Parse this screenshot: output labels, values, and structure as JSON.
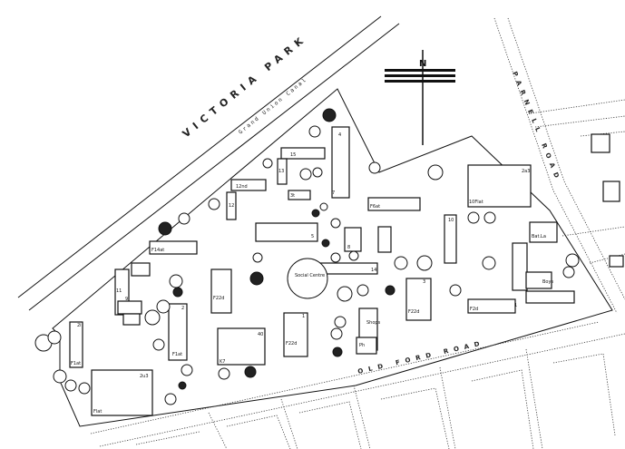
{
  "place_labels": {
    "park": "VICTORIA PARK",
    "canal": "Grand Union Canal",
    "road_right": "PARNELL ROAD",
    "road_bottom": "OLD FORD ROAD"
  },
  "north_arrow": {
    "label": "N"
  },
  "building_labels": {
    "b4": "4",
    "b13": "13",
    "b12": "12",
    "b12f": "12nd",
    "b15": "15",
    "b3t": "3t",
    "b7": "7",
    "b5": "5",
    "b6flat": "F6at",
    "b10": "10",
    "b2a3": "2a3",
    "b10flat": "10Flat",
    "b14flat": "F14at",
    "b14": "14",
    "b8": "8",
    "b11": "11",
    "b9": "9",
    "b2": "2",
    "b3": "3",
    "b1": "1",
    "b2i": "2i",
    "bf22a": "F22d",
    "bf22b": "F22d",
    "bf22c": "F22d",
    "bshops": "Shops",
    "bph": "Ph",
    "bfdlat": "F1at",
    "b2u3": "2u3",
    "bflat": "Flat",
    "bf2d": "F2d",
    "b40": "40",
    "bk7": "K7",
    "bboy": "Boys",
    "bbatla": "Bat.La",
    "bfl": "F1at",
    "b1l": "1"
  },
  "social_centre": "Social Centre"
}
